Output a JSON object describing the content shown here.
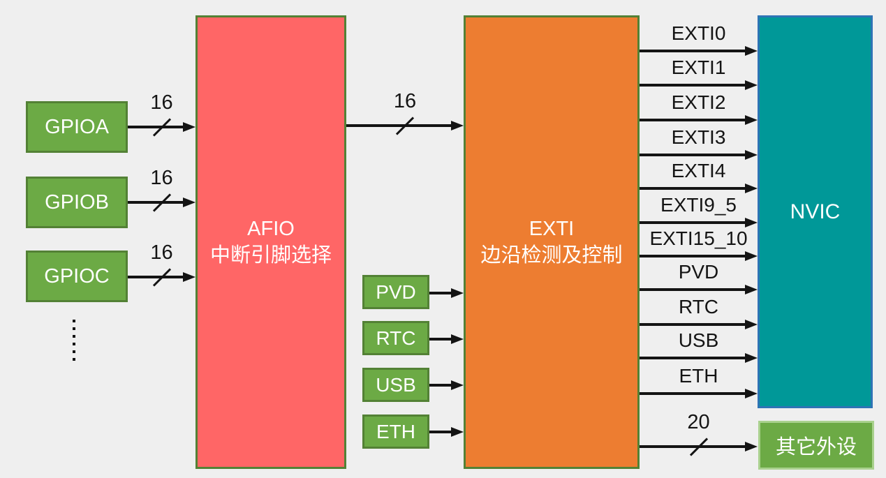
{
  "colors": {
    "background": "#efefef",
    "box_green_fill": "#6caa45",
    "box_green_border": "#538135",
    "other_box_light_green_border": "#a9d18e",
    "afio_salmon_fill": "#ff6666",
    "exti_orange_fill": "#ed7d31",
    "nvic_teal_fill": "#009898",
    "nvic_blue_border": "#2e74b5",
    "arrow_ink": "#141414"
  },
  "gpio_boxes": [
    {
      "label": "GPIOA",
      "bus_width": "16"
    },
    {
      "label": "GPIOB",
      "bus_width": "16"
    },
    {
      "label": "GPIOC",
      "bus_width": "16"
    }
  ],
  "afio_box": {
    "line1": "AFIO",
    "line2": "中断引脚选择"
  },
  "afio_to_exti": {
    "bus_width": "16"
  },
  "exti_box": {
    "line1": "EXTI",
    "line2": "边沿检测及控制"
  },
  "peripheral_inputs": [
    "PVD",
    "RTC",
    "USB",
    "ETH"
  ],
  "nvic_box": {
    "label": "NVIC"
  },
  "exti_to_nvic_lines": [
    "EXTI0",
    "EXTI1",
    "EXTI2",
    "EXTI3",
    "EXTI4",
    "EXTI9_5",
    "EXTI15_10",
    "PVD",
    "RTC",
    "USB",
    "ETH"
  ],
  "other_peripherals": {
    "label": "其它外设",
    "bus_width": "20"
  }
}
